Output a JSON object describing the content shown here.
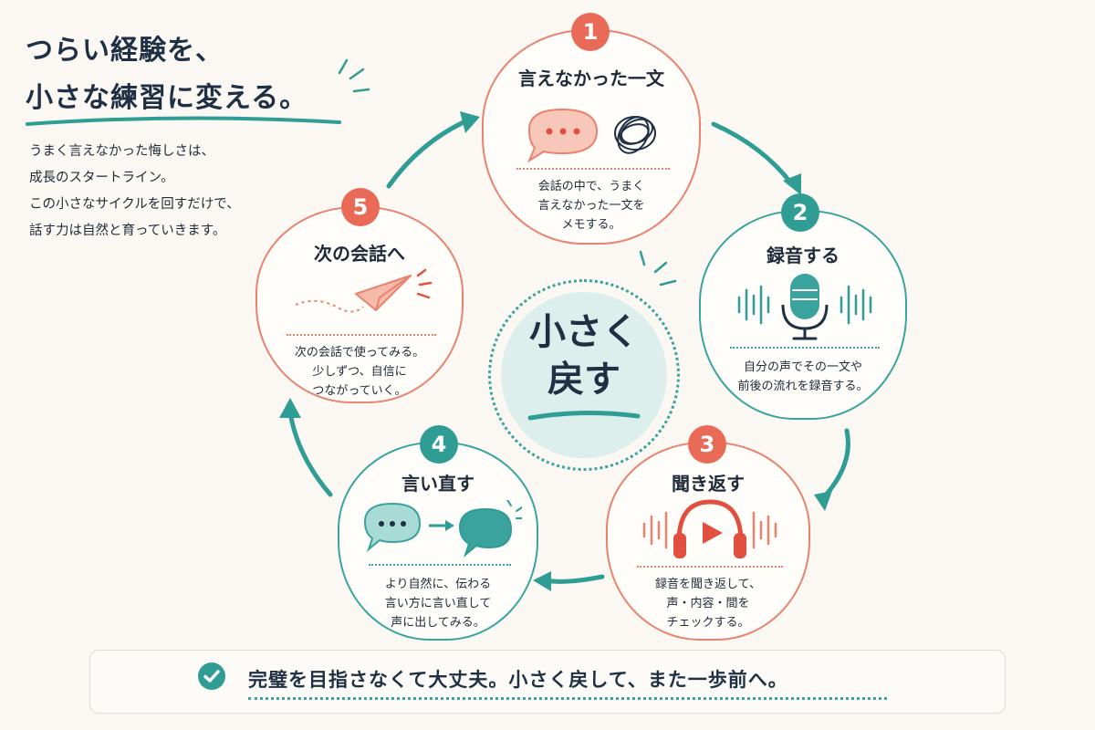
{
  "headline": {
    "line1": "つらい経験を、",
    "line2": "小さな練習に変える。"
  },
  "intro": [
    "うまく言えなかった悔しさは、",
    "成長のスタートライン。",
    "この小さなサイクルを回すだけで、",
    "話す力は自然と育っていきます。"
  ],
  "center": {
    "line1": "小さく",
    "line2": "戻す"
  },
  "steps": [
    {
      "number": "1",
      "title": "言えなかった一文",
      "desc": [
        "会話の中で、うまく",
        "言えなかった一文を",
        "メモする。"
      ]
    },
    {
      "number": "2",
      "title": "録音する",
      "desc": [
        "自分の声でその一文や",
        "前後の流れを録音する。"
      ]
    },
    {
      "number": "3",
      "title": "聞き返す",
      "desc": [
        "録音を聞き返して、",
        "声・内容・間を",
        "チェックする。"
      ]
    },
    {
      "number": "4",
      "title": "言い直す",
      "desc": [
        "より自然に、伝わる",
        "言い方に言い直して",
        "声に出してみる。"
      ]
    },
    {
      "number": "5",
      "title": "次の会話へ",
      "desc": [
        "次の会話で使ってみる。",
        "少しずつ、自信に",
        "つながっていく。"
      ]
    }
  ],
  "banner": {
    "text": "完璧を目指さなくて大丈夫。小さく戻して、また一歩前へ。"
  },
  "icons": {
    "step1": [
      "speech-bubble-icon",
      "tangled-scribble-icon"
    ],
    "step2": "microphone-icon",
    "step3": "headphones-play-icon",
    "step4": [
      "speech-bubble-icon",
      "arrow-right-icon",
      "speech-bubble-icon"
    ],
    "step5": "paper-plane-icon",
    "banner": "check-circle-icon"
  },
  "colors": {
    "coral": "#e96a56",
    "teal": "#2f9d94",
    "navy": "#1f3044",
    "background": "#fbf8f3"
  }
}
